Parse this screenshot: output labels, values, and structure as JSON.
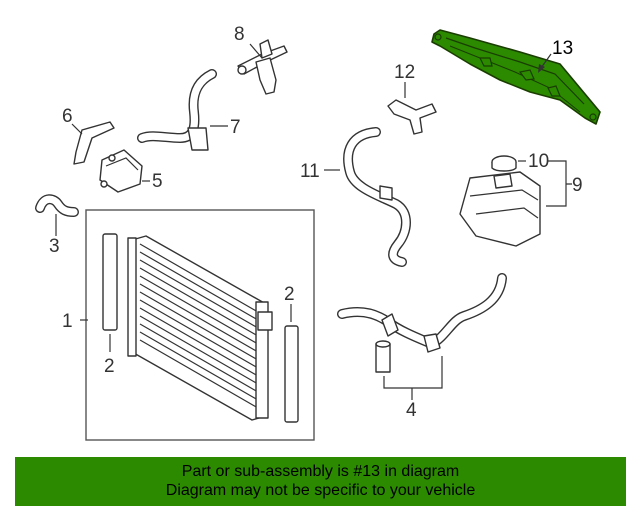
{
  "callouts": {
    "c1": "1",
    "c2a": "2",
    "c2b": "2",
    "c3": "3",
    "c4": "4",
    "c5": "5",
    "c6": "6",
    "c7": "7",
    "c8": "8",
    "c9": "9",
    "c10": "10",
    "c11": "11",
    "c12": "12",
    "c13": "13"
  },
  "highlight": {
    "part_number": "13",
    "color": "#2b8a00"
  },
  "banner": {
    "line1": "Part or sub-assembly is #13 in diagram",
    "line2": "Diagram may not be specific to your vehicle",
    "background": "#2b8a00"
  }
}
